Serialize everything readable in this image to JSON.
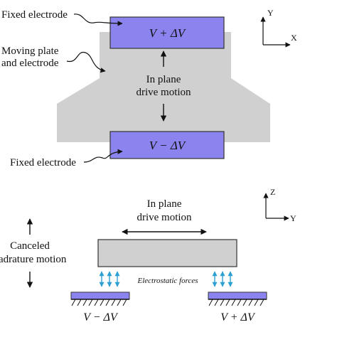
{
  "top_view": {
    "top_electrode_label": "Fixed electrode",
    "top_electrode_voltage": "V + ΔV",
    "moving_plate_label_line1": "Moving plate",
    "moving_plate_label_line2": "and electrode",
    "drive_motion_line1": "In plane",
    "drive_motion_line2": "drive motion",
    "bottom_electrode_label": "Fixed electrode",
    "bottom_electrode_voltage": "V − ΔV",
    "axis_y": "Y",
    "axis_x": "X"
  },
  "side_view": {
    "drive_motion_line1": "In plane",
    "drive_motion_line2": "drive motion",
    "canceled_line1": "Canceled",
    "canceled_line2": "adrature motion",
    "forces_label": "Electrostatic forces",
    "left_electrode_voltage": "V − ΔV",
    "right_electrode_voltage": "V + ΔV",
    "axis_z": "Z",
    "axis_y": "Y"
  },
  "colors": {
    "electrode_fill": "#8c84ee",
    "plate_fill": "#d0d0d0",
    "force_arrow": "#2e9fd2"
  }
}
